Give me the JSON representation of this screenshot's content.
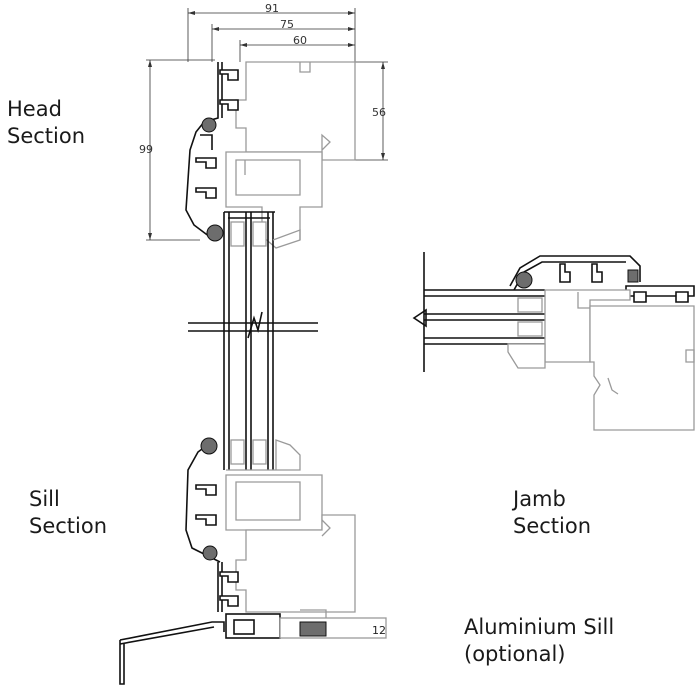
{
  "labels": {
    "head": [
      "Head",
      "Section"
    ],
    "sill": [
      "Sill",
      "Section"
    ],
    "jamb": [
      "Jamb",
      "Section"
    ],
    "aluminium_sill": [
      "Aluminium Sill",
      "(optional)"
    ]
  },
  "dimensions": {
    "d91": "91",
    "d75": "75",
    "d60": "60",
    "d56": "56",
    "d99": "99"
  },
  "colors": {
    "aluminium": "#111111",
    "timber": "#9a9a9a",
    "gasket": "#6d6d6d"
  }
}
